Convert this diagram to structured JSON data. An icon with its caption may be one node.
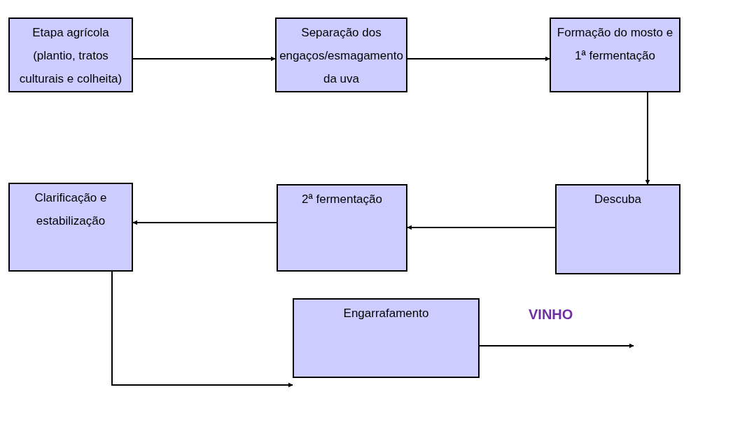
{
  "diagram": {
    "nodes": [
      {
        "text": [
          "Etapa agrícola (plantio, tratos culturais e colheita)"
        ]
      },
      {
        "text": [
          "Separação dos engaços/esmagamento da uva"
        ]
      },
      {
        "text": [
          "Formação do mosto e 1ª fermentação"
        ]
      },
      {
        "text": [
          "Descuba"
        ]
      },
      {
        "text": [
          "2ª fermentação"
        ]
      },
      {
        "text": [
          "Clarificação e estabilização"
        ]
      },
      {
        "text": [
          "Engarrafamento"
        ]
      }
    ],
    "edges": [
      {
        "from": 0,
        "to": 1,
        "arrow": "to"
      },
      {
        "from": 1,
        "to": 2,
        "arrow": "to"
      },
      {
        "from": 2,
        "to": 3,
        "arrow": "to"
      },
      {
        "from": 3,
        "to": 4,
        "arrow": "to"
      },
      {
        "from": 4,
        "to": 5,
        "arrow": "to"
      },
      {
        "from": 5,
        "to": 6,
        "arrow": "to"
      },
      {
        "from": 6,
        "to": null,
        "arrow": "to",
        "label": "VINHO"
      }
    ]
  }
}
